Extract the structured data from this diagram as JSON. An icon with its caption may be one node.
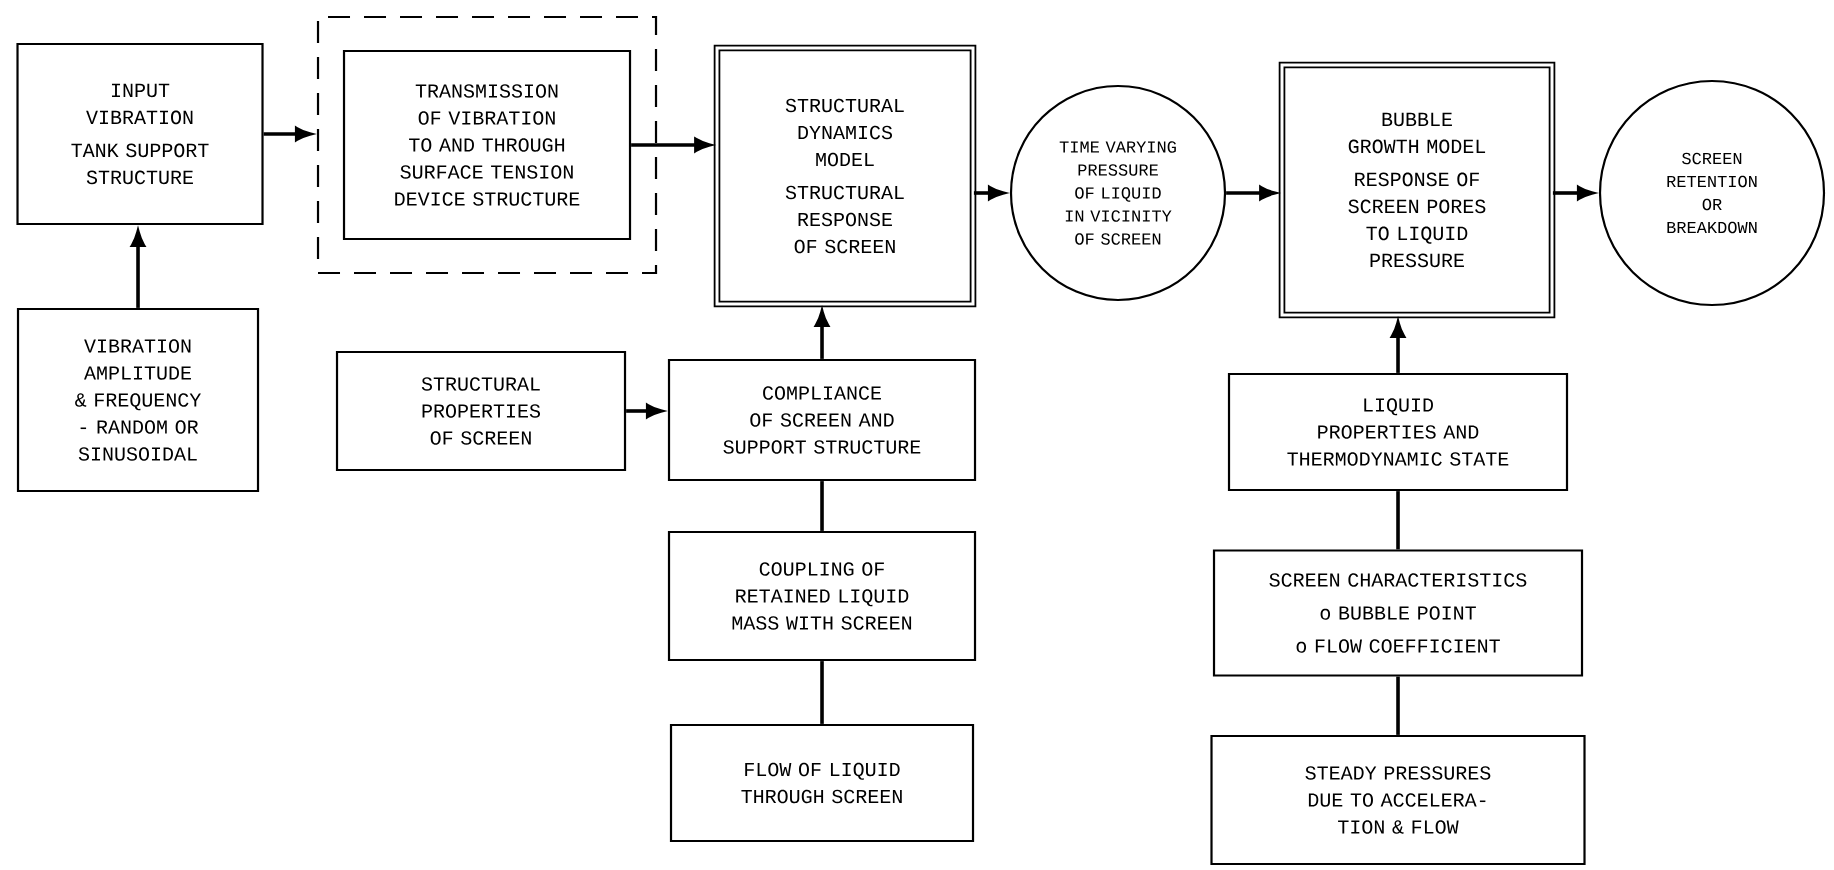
{
  "diagram": {
    "nodes": [
      {
        "text": [
          "INPUT VIBRATION",
          "TANK SUPPORT STRUCTURE"
        ]
      },
      {
        "text": [],
        "shape": "box"
      },
      {
        "text": [
          "TRANSMISSION OF VIBRATION TO AND THROUGH SURFACE TENSION DEVICE STRUCTURE"
        ],
        "in": 1
      },
      {
        "text": [
          "STRUCTURAL DYNAMICS MODEL",
          "STRUCTURAL RESPONSE OF SCREEN"
        ]
      },
      {
        "text": [
          "TIME VARYING PRESSURE OF LIQUID IN VICINITY OF SCREEN"
        ]
      },
      {
        "text": [
          "BUBBLE GROWTH MODEL",
          "RESPONSE OF SCREEN PORES TO LIQUID PRESSURE"
        ]
      },
      {
        "text": [
          "SCREEN RETENTION OR BREAKDOWN"
        ]
      },
      {
        "text": [
          "VIBRATION AMPLITUDE & FREQUENCY - RANDOM OR SINUSOIDAL"
        ]
      },
      {
        "text": [
          "STRUCTURAL PROPERTIES OF SCREEN"
        ]
      },
      {
        "text": [
          "COMPLIANCE OF SCREEN AND SUPPORT STRUCTURE"
        ]
      },
      {
        "text": [
          "COUPLING OF RETAINED LIQUID MASS WITH SCREEN"
        ]
      },
      {
        "text": [
          "FLOW OF LIQUID THROUGH SCREEN"
        ]
      },
      {
        "text": [
          "LIQUID PROPERTIES AND THERMODYNAMIC STATE"
        ]
      },
      {
        "text": [
          "SCREEN CHARACTERISTICS",
          "o BUBBLE POINT",
          "o FLOW COEFFICIENT"
        ]
      },
      {
        "text": [
          "STEADY PRESSURES DUE TO ACCELERA- TION & FLOW"
        ]
      }
    ],
    "edges": [
      {
        "from": 0,
        "to": 1,
        "arrow": "to"
      },
      {
        "from": 2,
        "to": 3,
        "arrow": "to"
      },
      {
        "from": 3,
        "to": 4,
        "arrow": "to"
      },
      {
        "from": 4,
        "to": 5,
        "arrow": "to"
      },
      {
        "from": 5,
        "to": 6,
        "arrow": "to"
      },
      {
        "from": 7,
        "to": 0,
        "arrow": "to"
      },
      {
        "from": 8,
        "to": 9,
        "arrow": "to"
      },
      {
        "from": 9,
        "to": 3,
        "arrow": "to"
      },
      {
        "from": 10,
        "to": 9,
        "arrow": "none"
      },
      {
        "from": 11,
        "to": 10,
        "arrow": "none"
      },
      {
        "from": 12,
        "to": 5,
        "arrow": "to"
      },
      {
        "from": 13,
        "to": 12,
        "arrow": "none"
      },
      {
        "from": 14,
        "to": 13,
        "arrow": "none"
      }
    ]
  }
}
